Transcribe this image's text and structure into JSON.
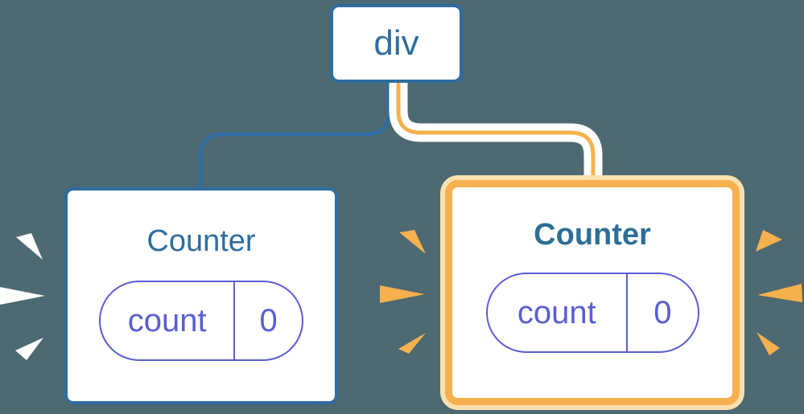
{
  "diagram": {
    "background_color": "#4d6972",
    "root": {
      "label": "div"
    },
    "connectors": [
      {
        "from": "div",
        "to": "first-counter",
        "color": "#2e6da4",
        "style": "plain-blue"
      },
      {
        "from": "div",
        "to": "second-counter",
        "color": "#f6b04e",
        "style": "orange-with-white-casing"
      }
    ],
    "counters": [
      {
        "title": "Counter",
        "state": {
          "name": "count",
          "value": "0"
        },
        "highlighted": false,
        "burst_color": "#ffffff"
      },
      {
        "title": "Counter",
        "state": {
          "name": "count",
          "value": "0"
        },
        "highlighted": true,
        "burst_color": "#f6b04e"
      }
    ],
    "icons": {
      "left_burst": "white-burst-triangles",
      "right_burst": "orange-burst-triangles"
    },
    "colors": {
      "node_border_blue": "#2e6da0",
      "node_text_blue": "#2f6e9d",
      "state_pill_indigo": "#5a5ed3",
      "highlight_orange": "#f6b04e",
      "highlight_pale_ring": "#fce0ae",
      "node_fill": "#ffffff"
    }
  }
}
